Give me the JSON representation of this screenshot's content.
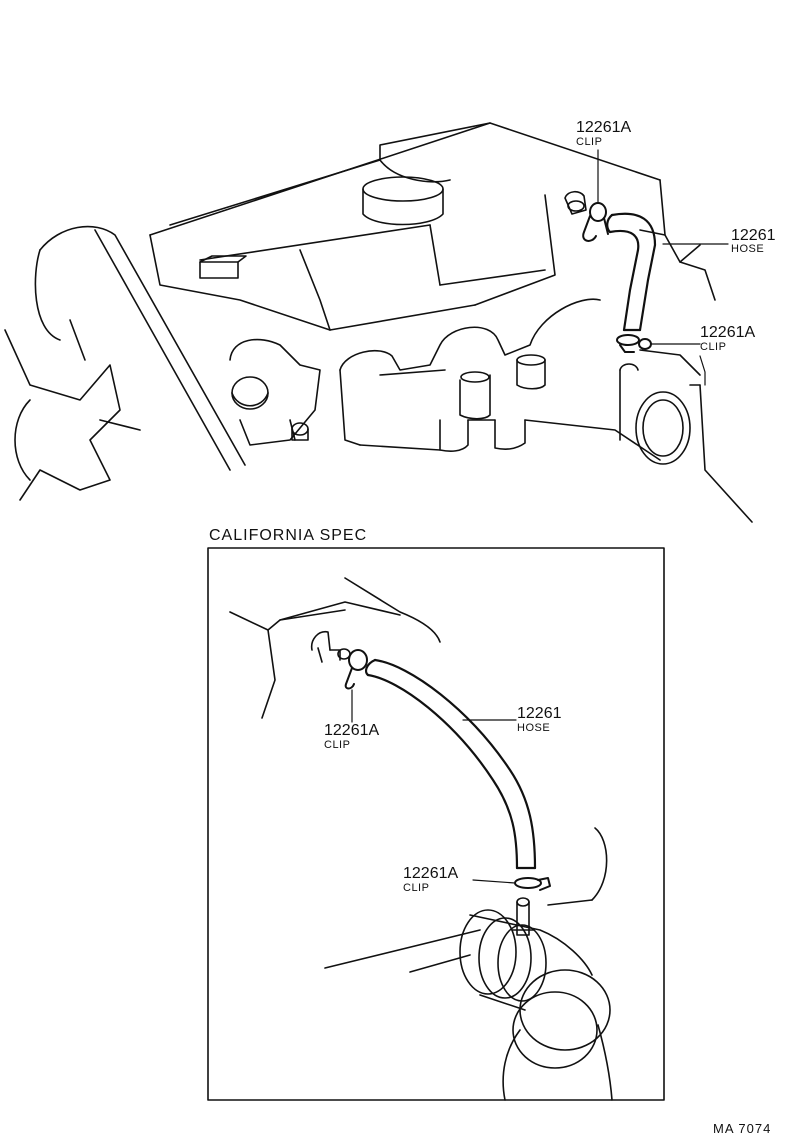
{
  "main_view": {
    "clip_top": {
      "part_no": "12261A",
      "name": "CLIP"
    },
    "hose": {
      "part_no": "12261",
      "name": "HOSE"
    },
    "clip_bottom": {
      "part_no": "12261A",
      "name": "CLIP"
    }
  },
  "inset": {
    "title": "CALIFORNIA SPEC",
    "clip_left": {
      "part_no": "12261A",
      "name": "CLIP"
    },
    "hose": {
      "part_no": "12261",
      "name": "HOSE"
    },
    "clip_bottom": {
      "part_no": "12261A",
      "name": "CLIP"
    }
  },
  "figure_code": "MA 7074"
}
